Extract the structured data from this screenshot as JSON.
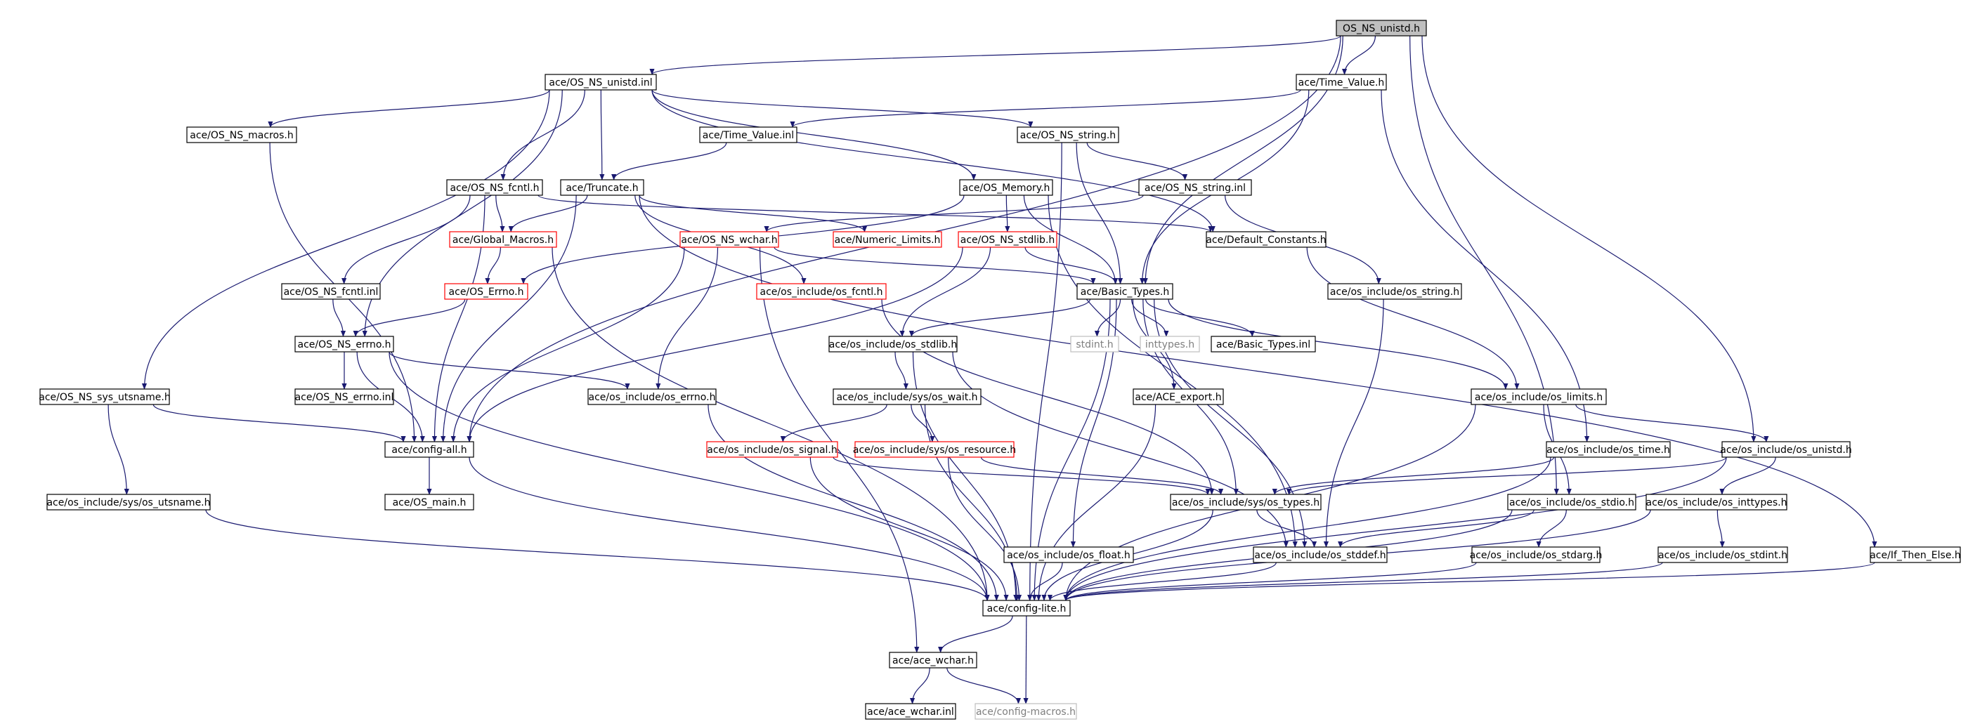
{
  "graph": {
    "colors": {
      "edge": "#191970",
      "root_fill": "#bfbfbf",
      "node_fill": "#ffffff",
      "normal_border": "#000000",
      "truncated_border": "#ff0000",
      "external_border": "#bfbfbf",
      "normal_text": "#000000",
      "external_text": "#7f7f7f"
    },
    "nodes": [
      {
        "id": "root",
        "label": "OS_NS_unistd.h",
        "kind": "root"
      },
      {
        "id": "unistd_inl",
        "label": "ace/OS_NS_unistd.inl",
        "kind": "normal"
      },
      {
        "id": "timevalue_h",
        "label": "ace/Time_Value.h",
        "kind": "normal"
      },
      {
        "id": "macros_h",
        "label": "ace/OS_NS_macros.h",
        "kind": "normal"
      },
      {
        "id": "timevalue_inl",
        "label": "ace/Time_Value.inl",
        "kind": "normal"
      },
      {
        "id": "string_h",
        "label": "ace/OS_NS_string.h",
        "kind": "normal"
      },
      {
        "id": "fcntl_h",
        "label": "ace/OS_NS_fcntl.h",
        "kind": "normal"
      },
      {
        "id": "truncate_h",
        "label": "ace/Truncate.h",
        "kind": "normal"
      },
      {
        "id": "memory_h",
        "label": "ace/OS_Memory.h",
        "kind": "normal"
      },
      {
        "id": "string_inl",
        "label": "ace/OS_NS_string.inl",
        "kind": "normal"
      },
      {
        "id": "global_macros",
        "label": "ace/Global_Macros.h",
        "kind": "truncated"
      },
      {
        "id": "wchar_h",
        "label": "ace/OS_NS_wchar.h",
        "kind": "truncated"
      },
      {
        "id": "numeric_limits",
        "label": "ace/Numeric_Limits.h",
        "kind": "truncated"
      },
      {
        "id": "stdlib_h",
        "label": "ace/OS_NS_stdlib.h",
        "kind": "truncated"
      },
      {
        "id": "default_constants",
        "label": "ace/Default_Constants.h",
        "kind": "normal"
      },
      {
        "id": "fcntl_inl",
        "label": "ace/OS_NS_fcntl.inl",
        "kind": "normal"
      },
      {
        "id": "os_errno_cls",
        "label": "ace/OS_Errno.h",
        "kind": "truncated"
      },
      {
        "id": "osi_fcntl",
        "label": "ace/os_include/os_fcntl.h",
        "kind": "truncated"
      },
      {
        "id": "basic_types",
        "label": "ace/Basic_Types.h",
        "kind": "normal"
      },
      {
        "id": "osi_string",
        "label": "ace/os_include/os_string.h",
        "kind": "normal"
      },
      {
        "id": "errno_h",
        "label": "ace/OS_NS_errno.h",
        "kind": "normal"
      },
      {
        "id": "osi_stdlib",
        "label": "ace/os_include/os_stdlib.h",
        "kind": "normal"
      },
      {
        "id": "stdint",
        "label": "stdint.h",
        "kind": "external"
      },
      {
        "id": "inttypes",
        "label": "inttypes.h",
        "kind": "external"
      },
      {
        "id": "basic_types_inl",
        "label": "ace/Basic_Types.inl",
        "kind": "normal"
      },
      {
        "id": "utsname_h",
        "label": "ace/OS_NS_sys_utsname.h",
        "kind": "normal"
      },
      {
        "id": "errno_inl",
        "label": "ace/OS_NS_errno.inl",
        "kind": "normal"
      },
      {
        "id": "osi_errno",
        "label": "ace/os_include/os_errno.h",
        "kind": "normal"
      },
      {
        "id": "osi_wait",
        "label": "ace/os_include/sys/os_wait.h",
        "kind": "normal"
      },
      {
        "id": "ace_export",
        "label": "ace/ACE_export.h",
        "kind": "normal"
      },
      {
        "id": "osi_limits",
        "label": "ace/os_include/os_limits.h",
        "kind": "normal"
      },
      {
        "id": "config_all",
        "label": "ace/config-all.h",
        "kind": "normal"
      },
      {
        "id": "osi_signal",
        "label": "ace/os_include/os_signal.h",
        "kind": "truncated"
      },
      {
        "id": "osi_resource",
        "label": "ace/os_include/sys/os_resource.h",
        "kind": "truncated"
      },
      {
        "id": "osi_time",
        "label": "ace/os_include/os_time.h",
        "kind": "normal"
      },
      {
        "id": "osi_unistd",
        "label": "ace/os_include/os_unistd.h",
        "kind": "normal"
      },
      {
        "id": "osi_utsname",
        "label": "ace/os_include/sys/os_utsname.h",
        "kind": "normal"
      },
      {
        "id": "os_main",
        "label": "ace/OS_main.h",
        "kind": "normal"
      },
      {
        "id": "osi_types",
        "label": "ace/os_include/sys/os_types.h",
        "kind": "normal"
      },
      {
        "id": "osi_stdio",
        "label": "ace/os_include/os_stdio.h",
        "kind": "normal"
      },
      {
        "id": "osi_inttypes",
        "label": "ace/os_include/os_inttypes.h",
        "kind": "normal"
      },
      {
        "id": "osi_float",
        "label": "ace/os_include/os_float.h",
        "kind": "normal"
      },
      {
        "id": "osi_stddef",
        "label": "ace/os_include/os_stddef.h",
        "kind": "normal"
      },
      {
        "id": "osi_stdarg",
        "label": "ace/os_include/os_stdarg.h",
        "kind": "normal"
      },
      {
        "id": "osi_stdint",
        "label": "ace/os_include/os_stdint.h",
        "kind": "normal"
      },
      {
        "id": "if_then_else",
        "label": "ace/If_Then_Else.h",
        "kind": "normal"
      },
      {
        "id": "config_lite",
        "label": "ace/config-lite.h",
        "kind": "normal"
      },
      {
        "id": "ace_wchar_h",
        "label": "ace/ace_wchar.h",
        "kind": "normal"
      },
      {
        "id": "ace_wchar_inl",
        "label": "ace/ace_wchar.inl",
        "kind": "normal"
      },
      {
        "id": "config_macros",
        "label": "ace/config-macros.h",
        "kind": "external"
      }
    ],
    "edges": [
      [
        "root",
        "unistd_inl"
      ],
      [
        "root",
        "timevalue_h"
      ],
      [
        "root",
        "basic_types"
      ],
      [
        "root",
        "osi_unistd"
      ],
      [
        "root",
        "osi_stdio"
      ],
      [
        "root",
        "config_all"
      ],
      [
        "unistd_inl",
        "macros_h"
      ],
      [
        "unistd_inl",
        "string_h"
      ],
      [
        "unistd_inl",
        "fcntl_h"
      ],
      [
        "unistd_inl",
        "truncate_h"
      ],
      [
        "unistd_inl",
        "memory_h"
      ],
      [
        "unistd_inl",
        "default_constants"
      ],
      [
        "unistd_inl",
        "errno_h"
      ],
      [
        "unistd_inl",
        "utsname_h"
      ],
      [
        "timevalue_h",
        "timevalue_inl"
      ],
      [
        "timevalue_h",
        "basic_types"
      ],
      [
        "timevalue_h",
        "osi_time"
      ],
      [
        "macros_h",
        "config_all"
      ],
      [
        "timevalue_inl",
        "truncate_h"
      ],
      [
        "string_h",
        "string_inl"
      ],
      [
        "string_h",
        "basic_types"
      ],
      [
        "string_h",
        "config_lite"
      ],
      [
        "fcntl_h",
        "global_macros"
      ],
      [
        "fcntl_h",
        "fcntl_inl"
      ],
      [
        "fcntl_h",
        "default_constants"
      ],
      [
        "fcntl_h",
        "config_all"
      ],
      [
        "truncate_h",
        "global_macros"
      ],
      [
        "truncate_h",
        "numeric_limits"
      ],
      [
        "truncate_h",
        "osi_fcntl"
      ],
      [
        "truncate_h",
        "config_all"
      ],
      [
        "truncate_h",
        "if_then_else"
      ],
      [
        "memory_h",
        "os_errno_cls"
      ],
      [
        "memory_h",
        "stdlib_h"
      ],
      [
        "memory_h",
        "basic_types"
      ],
      [
        "memory_h",
        "osi_stddef"
      ],
      [
        "string_inl",
        "wchar_h"
      ],
      [
        "string_inl",
        "osi_string"
      ],
      [
        "global_macros",
        "os_errno_cls"
      ],
      [
        "global_macros",
        "config_lite"
      ],
      [
        "wchar_h",
        "basic_types"
      ],
      [
        "wchar_h",
        "osi_errno"
      ],
      [
        "wchar_h",
        "config_all"
      ],
      [
        "wchar_h",
        "ace_wchar_h"
      ],
      [
        "stdlib_h",
        "basic_types"
      ],
      [
        "stdlib_h",
        "osi_stdlib"
      ],
      [
        "stdlib_h",
        "config_all"
      ],
      [
        "default_constants",
        "osi_limits"
      ],
      [
        "fcntl_inl",
        "errno_h"
      ],
      [
        "os_errno_cls",
        "errno_h"
      ],
      [
        "osi_fcntl",
        "osi_types"
      ],
      [
        "basic_types",
        "osi_stdlib"
      ],
      [
        "basic_types",
        "stdint"
      ],
      [
        "basic_types",
        "inttypes"
      ],
      [
        "basic_types",
        "basic_types_inl"
      ],
      [
        "basic_types",
        "ace_export"
      ],
      [
        "basic_types",
        "osi_limits"
      ],
      [
        "basic_types",
        "osi_float"
      ],
      [
        "basic_types",
        "osi_types"
      ],
      [
        "basic_types",
        "osi_stddef"
      ],
      [
        "basic_types",
        "config_lite"
      ],
      [
        "osi_string",
        "osi_stddef"
      ],
      [
        "errno_h",
        "errno_inl"
      ],
      [
        "errno_h",
        "osi_errno"
      ],
      [
        "errno_h",
        "config_all"
      ],
      [
        "errno_h",
        "config_lite"
      ],
      [
        "osi_stdlib",
        "osi_wait"
      ],
      [
        "osi_stdlib",
        "osi_stddef"
      ],
      [
        "osi_stdlib",
        "config_lite"
      ],
      [
        "utsname_h",
        "config_all"
      ],
      [
        "utsname_h",
        "osi_utsname"
      ],
      [
        "osi_errno",
        "config_lite"
      ],
      [
        "osi_wait",
        "osi_signal"
      ],
      [
        "osi_wait",
        "osi_resource"
      ],
      [
        "osi_wait",
        "config_lite"
      ],
      [
        "ace_export",
        "config_lite"
      ],
      [
        "osi_limits",
        "osi_unistd"
      ],
      [
        "osi_limits",
        "osi_stdio"
      ],
      [
        "osi_limits",
        "config_lite"
      ],
      [
        "config_all",
        "os_main"
      ],
      [
        "config_all",
        "config_lite"
      ],
      [
        "osi_signal",
        "osi_types"
      ],
      [
        "osi_signal",
        "config_lite"
      ],
      [
        "osi_resource",
        "osi_types"
      ],
      [
        "osi_resource",
        "config_lite"
      ],
      [
        "osi_time",
        "osi_types"
      ],
      [
        "osi_time",
        "config_lite"
      ],
      [
        "osi_unistd",
        "osi_types"
      ],
      [
        "osi_unistd",
        "osi_inttypes"
      ],
      [
        "osi_unistd",
        "config_lite"
      ],
      [
        "osi_utsname",
        "config_lite"
      ],
      [
        "osi_types",
        "osi_stddef"
      ],
      [
        "osi_types",
        "config_lite"
      ],
      [
        "osi_stdio",
        "osi_stdarg"
      ],
      [
        "osi_stdio",
        "osi_stddef"
      ],
      [
        "osi_stdio",
        "config_lite"
      ],
      [
        "osi_inttypes",
        "osi_stdint"
      ],
      [
        "osi_inttypes",
        "config_lite"
      ],
      [
        "osi_float",
        "config_lite"
      ],
      [
        "osi_stddef",
        "config_lite"
      ],
      [
        "osi_stdarg",
        "config_lite"
      ],
      [
        "osi_stdint",
        "config_lite"
      ],
      [
        "if_then_else",
        "config_lite"
      ],
      [
        "config_lite",
        "ace_wchar_h"
      ],
      [
        "config_lite",
        "config_macros"
      ],
      [
        "ace_wchar_h",
        "ace_wchar_inl"
      ],
      [
        "ace_wchar_h",
        "config_macros"
      ]
    ]
  }
}
